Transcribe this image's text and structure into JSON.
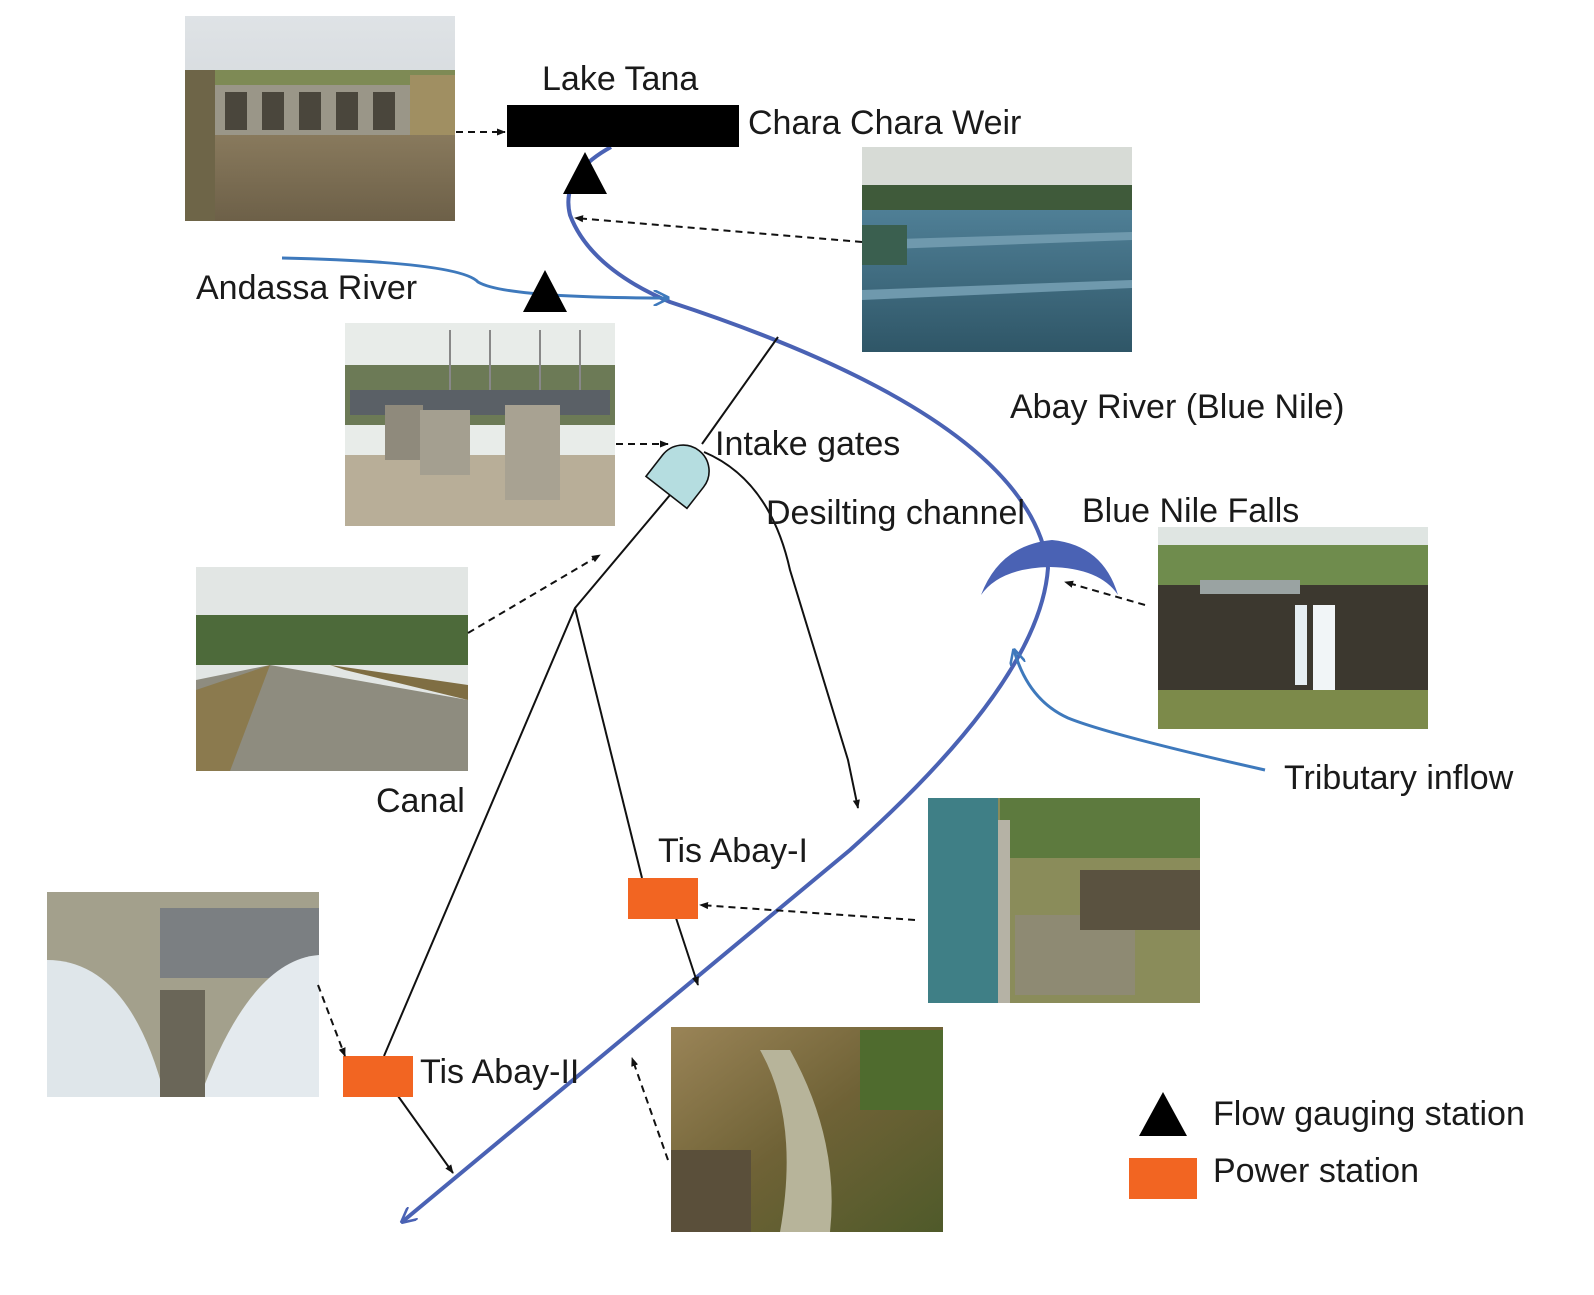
{
  "labels": {
    "lake_tana": "Lake Tana",
    "chara_chara_weir": "Chara Chara Weir",
    "andassa_river": "Andassa River",
    "abay_river": "Abay River (Blue Nile)",
    "intake_gates": "Intake gates",
    "desilting_channel": "Desilting channel",
    "blue_nile_falls": "Blue Nile Falls",
    "tributary_inflow": "Tributary inflow",
    "canal": "Canal",
    "tis_abay_1": "Tis Abay-I",
    "tis_abay_2": "Tis Abay-II"
  },
  "legend": {
    "flow_gauging_station": "Flow gauging station",
    "power_station": "Power station"
  },
  "colors": {
    "river": "#4a62b4",
    "tributary": "#3e79bc",
    "power_station": "#f26522",
    "intake_gate": "#b5dde0",
    "weir": "#000000",
    "gauging_station": "#000000"
  },
  "photos": [
    "weir-photo",
    "river-photo",
    "intake-photo",
    "canal-photo",
    "falls-photo",
    "tis-abay-1-photo",
    "tis-abay-2-photo",
    "gorge-photo"
  ]
}
